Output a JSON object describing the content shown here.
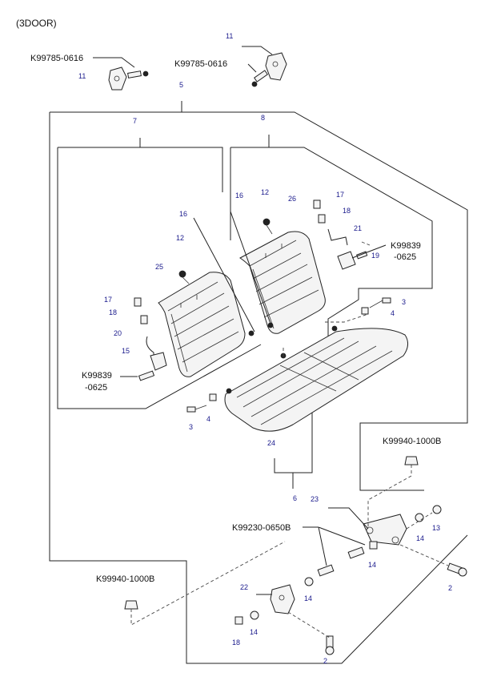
{
  "title": "(3DOOR)",
  "callouts": [
    {
      "id": "c11a",
      "text": "11"
    },
    {
      "id": "cK1",
      "text": "K99785-0616"
    },
    {
      "id": "c11b",
      "text": "11"
    },
    {
      "id": "cK2",
      "text": "K99785-0616"
    },
    {
      "id": "c5",
      "text": "5"
    },
    {
      "id": "c7",
      "text": "7"
    },
    {
      "id": "c8",
      "text": "8"
    },
    {
      "id": "c16a",
      "text": "16"
    },
    {
      "id": "c12a",
      "text": "12"
    },
    {
      "id": "c26",
      "text": "26"
    },
    {
      "id": "c17a",
      "text": "17"
    },
    {
      "id": "c18a",
      "text": "18"
    },
    {
      "id": "c21",
      "text": "21"
    },
    {
      "id": "cK3a",
      "text": "K99839"
    },
    {
      "id": "cK3b",
      "text": "-0625"
    },
    {
      "id": "c19",
      "text": "19"
    },
    {
      "id": "c16b",
      "text": "16"
    },
    {
      "id": "c12b",
      "text": "12"
    },
    {
      "id": "c25",
      "text": "25"
    },
    {
      "id": "c17b",
      "text": "17"
    },
    {
      "id": "c18b",
      "text": "18"
    },
    {
      "id": "c20",
      "text": "20"
    },
    {
      "id": "c15",
      "text": "15"
    },
    {
      "id": "cK4a",
      "text": "K99839"
    },
    {
      "id": "cK4b",
      "text": "-0625"
    },
    {
      "id": "c3a",
      "text": "3"
    },
    {
      "id": "c4a",
      "text": "4"
    },
    {
      "id": "c3b",
      "text": "3"
    },
    {
      "id": "c4b",
      "text": "4"
    },
    {
      "id": "c24",
      "text": "24"
    },
    {
      "id": "c6",
      "text": "6"
    },
    {
      "id": "cK5",
      "text": "K99940-1000B"
    },
    {
      "id": "c23",
      "text": "23"
    },
    {
      "id": "cK6",
      "text": "K99230-0650B"
    },
    {
      "id": "c13",
      "text": "13"
    },
    {
      "id": "c14a",
      "text": "14"
    },
    {
      "id": "c14b",
      "text": "14"
    },
    {
      "id": "c2a",
      "text": "2"
    },
    {
      "id": "cK7",
      "text": "K99940-1000B"
    },
    {
      "id": "c22",
      "text": "22"
    },
    {
      "id": "c14c",
      "text": "14"
    },
    {
      "id": "c18c",
      "text": "18"
    },
    {
      "id": "c14d",
      "text": "14"
    },
    {
      "id": "c2b",
      "text": "2"
    }
  ]
}
